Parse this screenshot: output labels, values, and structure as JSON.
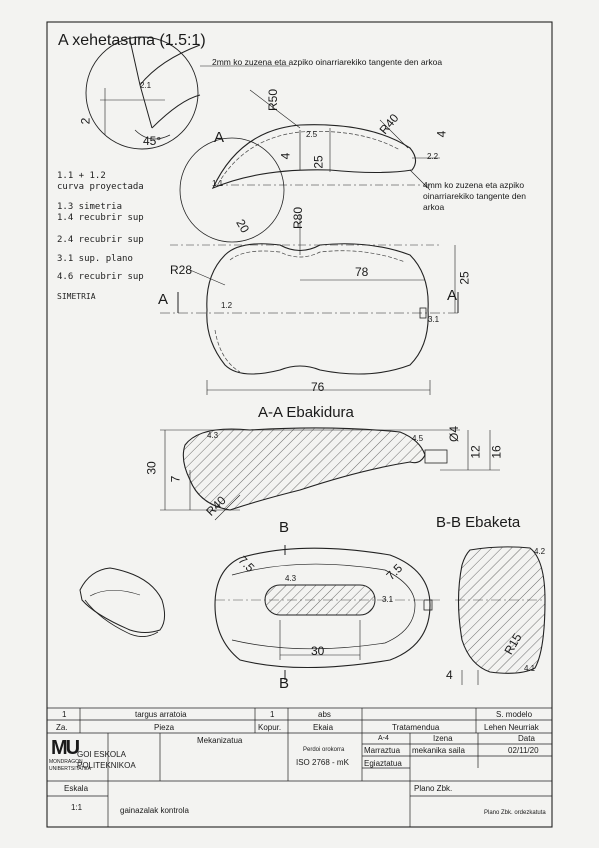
{
  "detail": {
    "title": "A xehetasuna (1.5:1)",
    "note_top": "2mm ko zuzena eta azpiko oinarriarekiko tangente den arkoa",
    "note_right": [
      "4mm ko zuzena eta azpiko",
      "oinarriarekiko tangente den",
      "arkoa"
    ],
    "dims": {
      "d2": "2",
      "angle": "45°",
      "d21": "2.1",
      "r50": "R50",
      "r40": "R40",
      "d4a": "4",
      "d4b": "4",
      "d25": "25",
      "d25b": "2.5",
      "d22": "2.2",
      "d11": "1.1",
      "view_a": "A"
    }
  },
  "notes": [
    "1.1 + 1.2",
    "curva proyectada",
    "1.3 simetria",
    "1.4 recubrir sup",
    "2.4 recubrir sup",
    "3.1 sup. plano",
    "4.6 recubrir sup",
    "SIMETRIA"
  ],
  "plan": {
    "r80": "R80",
    "d20": "20",
    "r28": "R28",
    "d78": "78",
    "d25": "25",
    "d76": "76",
    "a_left": "A",
    "a_right": "A",
    "d12": "1.2",
    "d31": "3.1"
  },
  "section_aa": {
    "title": "A-A Ebakidura",
    "d30": "30",
    "d7": "7",
    "r40": "R40",
    "phi4": "Ø4",
    "d12": "12",
    "d16": "16",
    "d43": "4.3",
    "d45": "4.5"
  },
  "bottom_view": {
    "b_top": "B",
    "b_bot": "B",
    "d75a": "7.5",
    "d75b": "7.5",
    "d30": "30",
    "d43": "4.3",
    "d31": "3.1"
  },
  "section_bb": {
    "title": "B-B Ebaketa",
    "r15": "R15",
    "d4": "4",
    "d42": "4.2",
    "d41": "4.1"
  },
  "title_block": {
    "row1": {
      "num": "1",
      "part": "targus arratoia",
      "qty": "1",
      "material": "abs",
      "model": "S. modelo"
    },
    "row2": {
      "za": "Za.",
      "pieza": "Pieza",
      "kopur": "Kopur.",
      "ekaia": "Ekaia",
      "tratamendua": "Tratamendua",
      "author": "Lehen Neurriak"
    },
    "logo": {
      "letters": "MU",
      "school1": "GOI ESKOLA",
      "school2": "POLITEKNIKOA",
      "uni1": "MONDRAGON",
      "uni2": "UNIBERTSITATEA"
    },
    "mekanizatua": "Mekanizatua",
    "tolerance": {
      "label": "Perdoi orokorra",
      "value": "ISO 2768 - mK"
    },
    "format": "A-4",
    "izena": "Izena",
    "data": "Data",
    "marraztua": "Marraztua",
    "drawer": "mekanika saila",
    "date": "02/11/20",
    "egiaztatua": "Egiaztatua",
    "eskala_label": "Eskala",
    "eskala": "1:1",
    "plano_label": "Plano Zbk.",
    "description": "gainazalak kontrola",
    "plano_note": "Plano Zbk. ordezkatuta"
  }
}
